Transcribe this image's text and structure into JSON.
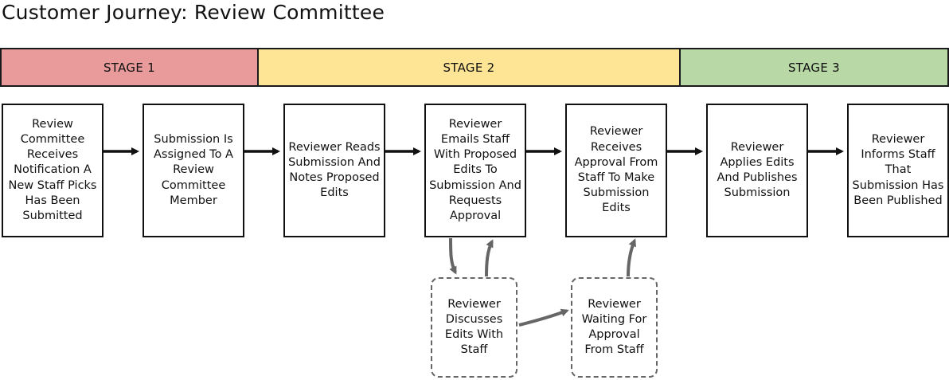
{
  "title": "Customer Journey: Review Committee",
  "stages": [
    {
      "label": "STAGE 1",
      "color": "#e99a9a"
    },
    {
      "label": "STAGE 2",
      "color": "#fde595"
    },
    {
      "label": "STAGE 3",
      "color": "#b8d8a6"
    }
  ],
  "steps": [
    {
      "text": "Review Committee Receives Notification A New Staff Picks Has Been Submitted"
    },
    {
      "text": "Submission Is Assigned To A Review Committee Member"
    },
    {
      "text": "Reviewer Reads Submission And Notes Proposed Edits"
    },
    {
      "text": "Reviewer Emails Staff With Proposed Edits To Submission And Requests Approval"
    },
    {
      "text": "Reviewer Receives Approval From Staff To Make Submission Edits"
    },
    {
      "text": "Reviewer Applies Edits And Publishes Submission"
    },
    {
      "text": "Reviewer Informs Staff That Submission Has Been Published"
    }
  ],
  "side_steps": [
    {
      "text": "Reviewer Discusses Edits With Staff"
    },
    {
      "text": "Reviewer Waiting For Approval From Staff"
    }
  ],
  "colors": {
    "line": "#111111",
    "side_arrow": "#666666",
    "dashed_border": "#666666"
  }
}
